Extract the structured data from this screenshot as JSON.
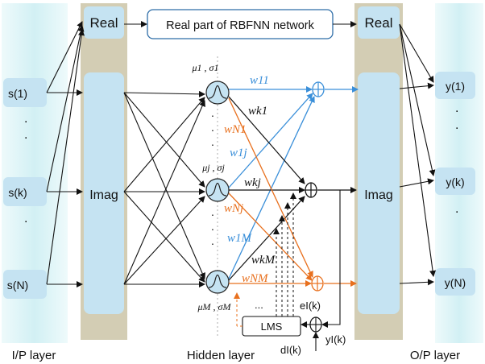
{
  "layers": {
    "input_label": "I/P layer",
    "hidden_label": "Hidden layer",
    "output_label": "O/P layer"
  },
  "inputs": [
    "s(1)",
    "s(k)",
    "s(N)"
  ],
  "outputs": [
    "y(1)",
    "y(k)",
    "y(N)"
  ],
  "dots": ".",
  "blocks": {
    "real_in": "Real",
    "imag_in": "Imag",
    "real_out": "Real",
    "imag_out": "Imag",
    "rbfnn_real": "Real part of RBFNN network",
    "lms": "LMS"
  },
  "neurons": [
    {
      "mu": "μ1 , σ1"
    },
    {
      "mu": "μj , σj"
    },
    {
      "mu": "μM , σM"
    }
  ],
  "weights": {
    "w11": "w11",
    "wk1": "wk1",
    "wN1": "wN1",
    "w1j": "w1j",
    "wkj": "wkj",
    "wNj": "wNj",
    "w1M": "w1M",
    "wkM": "wkM",
    "wNM": "wNM"
  },
  "signals": {
    "error": "eI(k)",
    "output_imag": "yI(k)",
    "desired": "dI(k)",
    "ellipsis": "..."
  },
  "colors": {
    "column_fill": "#d9f2f5",
    "imag_fill": "#c5e3f2",
    "band_fill": "#d3cdb4",
    "blue": "#3a8fd9",
    "orange": "#e8701e"
  }
}
